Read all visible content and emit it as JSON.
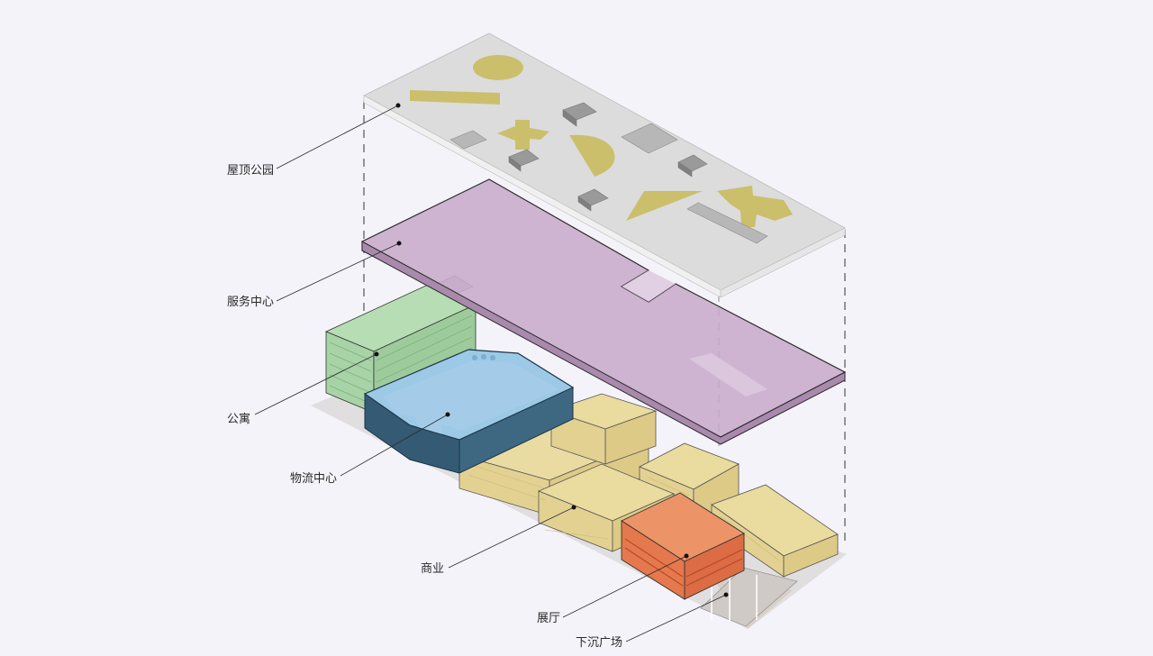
{
  "labels": {
    "roof_park": "屋顶公园",
    "service_center": "服务中心",
    "apartment": "公寓",
    "logistics_center": "物流中心",
    "commercial": "商业",
    "exhibition_hall": "展厅",
    "sunken_plaza": "下沉广场"
  },
  "colors": {
    "background": "#f4f3f9",
    "roof": "#dcdcdc",
    "roof_shapes": "#cbbf6c",
    "service": "#c4a6c8",
    "apartment": "#a7d3a6",
    "logistics": "#8fbede",
    "commercial": "#eadb9e",
    "exhibition": "#e8855a",
    "ground": "#dedcdc"
  }
}
